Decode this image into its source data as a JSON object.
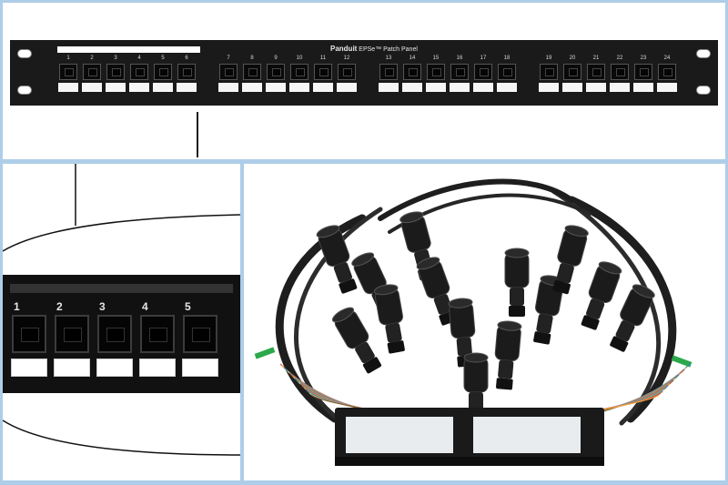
{
  "panel": {
    "brand": "Panduit",
    "product": "EPSe™ Patch Panel",
    "port_numbers": [
      "1",
      "2",
      "3",
      "4",
      "5",
      "6",
      "7",
      "8",
      "9",
      "10",
      "11",
      "12",
      "13",
      "14",
      "15",
      "16",
      "17",
      "18",
      "19",
      "20",
      "21",
      "22",
      "23",
      "24"
    ]
  },
  "zoom": {
    "port_numbers": [
      "1",
      "2",
      "3",
      "4",
      "5"
    ]
  },
  "colors": {
    "frame": "#aecde8",
    "panel": "#1a1a1a",
    "cable": "#1e1e1e",
    "tie_green": "#2aa84a"
  },
  "icons": [
    "rj45-jack-icon",
    "sealed-connector-icon"
  ]
}
